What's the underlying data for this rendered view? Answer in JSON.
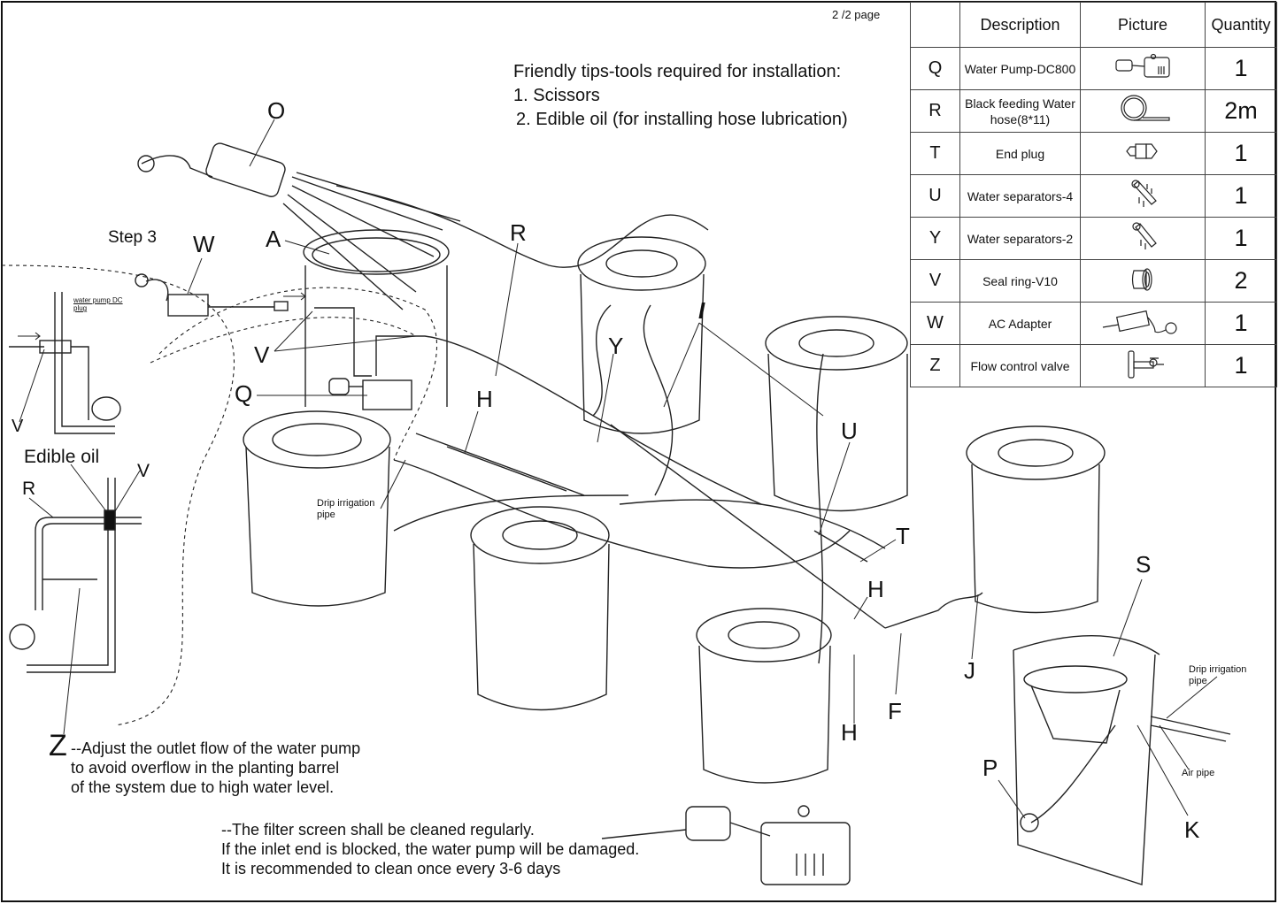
{
  "page_number": "2 /2 page",
  "tips": {
    "title": "Friendly tips-tools required for installation:",
    "items": [
      "1. Scissors",
      "2. Edible oil (for installing hose lubrication)"
    ]
  },
  "step_label": "Step 3",
  "parts_table": {
    "headers": [
      "",
      "Description",
      "Picture",
      "Quantity"
    ],
    "rows": [
      {
        "code": "Q",
        "description": "Water Pump-DC800",
        "picture": "water-pump",
        "quantity": "1"
      },
      {
        "code": "R",
        "description": "Black feeding Water hose(8*11)",
        "picture": "hose-coil",
        "quantity": "2m"
      },
      {
        "code": "T",
        "description": "End plug",
        "picture": "end-plug",
        "quantity": "1"
      },
      {
        "code": "U",
        "description": "Water separators-4",
        "picture": "separator-4",
        "quantity": "1"
      },
      {
        "code": "Y",
        "description": "Water separators-2",
        "picture": "separator-2",
        "quantity": "1"
      },
      {
        "code": "V",
        "description": "Seal ring-V10",
        "picture": "seal-ring",
        "quantity": "2"
      },
      {
        "code": "W",
        "description": "AC Adapter",
        "picture": "ac-adapter",
        "quantity": "1"
      },
      {
        "code": "Z",
        "description": "Flow control valve",
        "picture": "flow-valve",
        "quantity": "1"
      }
    ]
  },
  "diagram_labels": {
    "O": "O",
    "A": "A",
    "W": "W",
    "R": "R",
    "Y": "Y",
    "I": "I",
    "V": "V",
    "Q": "Q",
    "H": "H",
    "U": "U",
    "T": "T",
    "S": "S",
    "J": "J",
    "F": "F",
    "P": "P",
    "K": "K",
    "Z": "Z"
  },
  "inset": {
    "water_pump_dc_plug": "water pump DC plug",
    "edible_oil": "Edible oil",
    "v": "V",
    "r": "R"
  },
  "callouts": {
    "drip_irrigation_pipe": "Drip irrigation pipe",
    "air_pipe": "Air pipe"
  },
  "notes": {
    "z_note": [
      "--Adjust the outlet flow of the water pump",
      "to avoid overflow in the planting barrel",
      "of the system due to high water level."
    ],
    "filter_note": [
      "--The filter screen shall be cleaned regularly.",
      "If the inlet end is blocked, the water pump will be damaged.",
      "It is recommended to clean once every 3-6 days"
    ]
  }
}
